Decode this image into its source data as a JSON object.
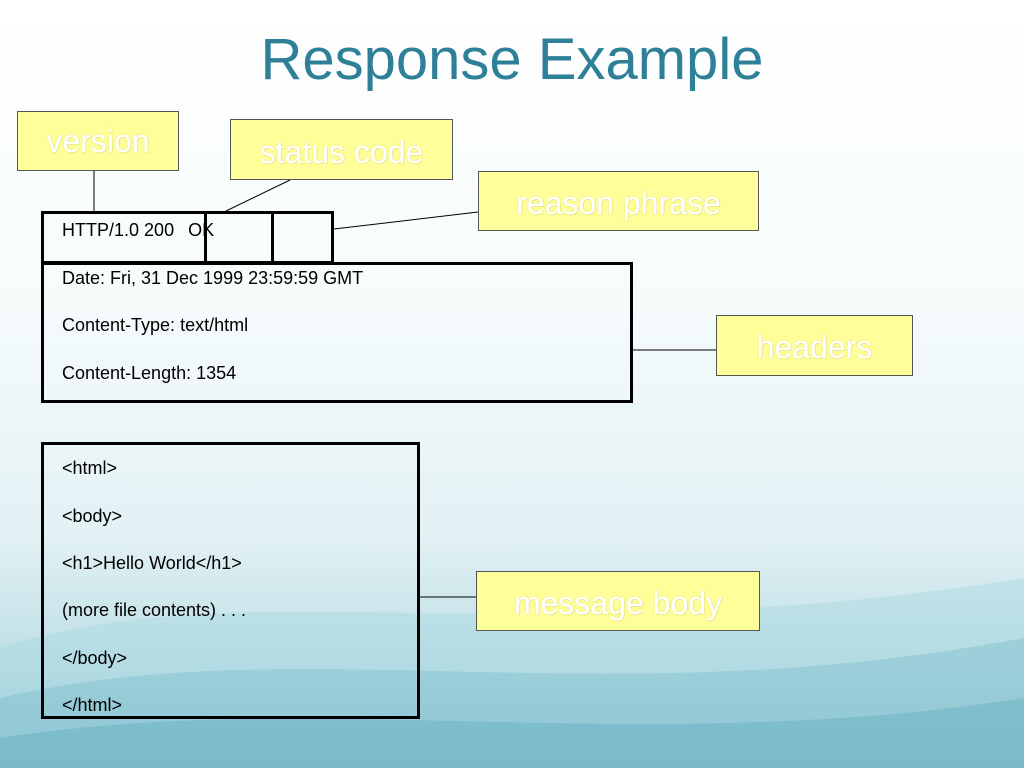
{
  "slide": {
    "title": "Response Example"
  },
  "callouts": {
    "version": "version",
    "status_code": "status code",
    "reason_phrase": "reason phrase",
    "headers": "headers",
    "message_body": "message body"
  },
  "status_line": {
    "version": "HTTP/1.0",
    "code": "200",
    "reason": "OK"
  },
  "headers": [
    "Date: Fri, 31 Dec 1999 23:59:59 GMT",
    "Content-Type: text/html",
    "Content-Length: 1354"
  ],
  "body_lines": [
    "<html>",
    "<body>",
    "<h1>Hello World</h1>",
    "(more file contents) . . .",
    "</body>",
    "</html>"
  ],
  "colors": {
    "title": "#2e7f98",
    "callout_fill": "#ffff99"
  }
}
